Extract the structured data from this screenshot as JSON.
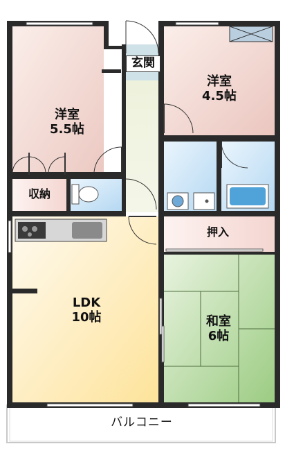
{
  "rooms": {
    "western_a": {
      "name": "洋室",
      "size": "5.5帖"
    },
    "western_b": {
      "name": "洋室",
      "size": "4.5帖"
    },
    "ldk": {
      "name": "LDK",
      "size": "10帖"
    },
    "japanese": {
      "name": "和室",
      "size": "6帖"
    },
    "entrance": {
      "name": "玄関"
    },
    "storage": {
      "name": "収納"
    },
    "closet": {
      "name": "押入"
    },
    "balcony": {
      "name": "バルコニー"
    }
  },
  "colors": {
    "western": "#f1d6d1",
    "ldk": "#fde8a4",
    "japanese": "#b7d9a4",
    "wet": "#cfe6f7",
    "hall": "#f0f4e2",
    "wall": "#2a2a2a"
  }
}
